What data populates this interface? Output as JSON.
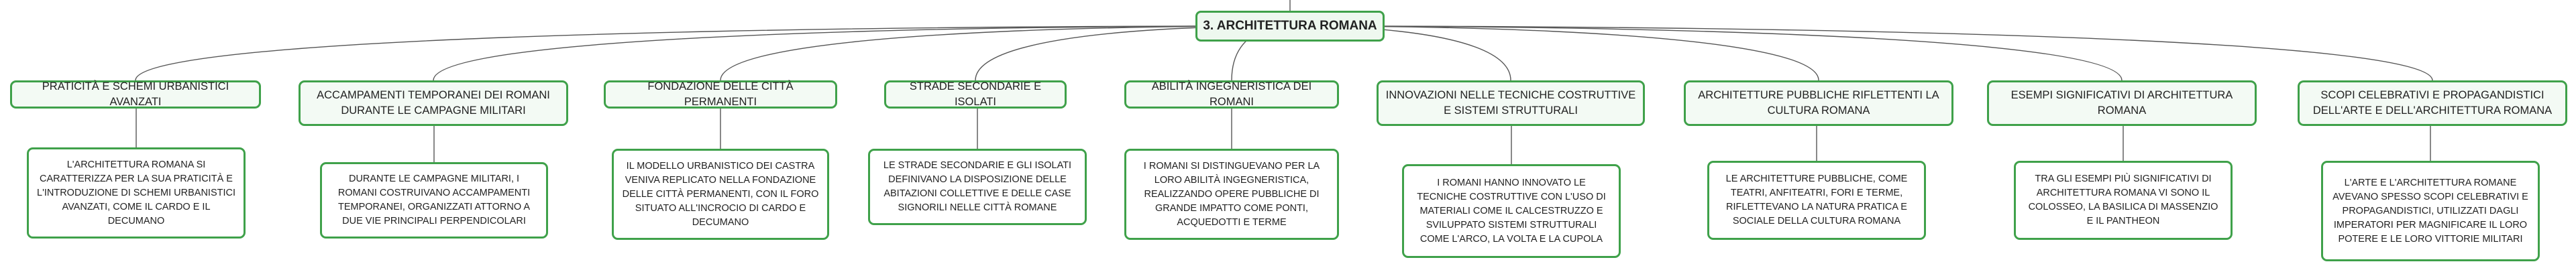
{
  "root": {
    "label": "3. ARCHITETTURA ROMANA"
  },
  "branches": [
    {
      "title": "PRATICITÀ E SCHEMI URBANISTICI AVANZATI",
      "detail": "L'ARCHITETTURA ROMANA SI CARATTERIZZA PER LA SUA PRATICITÀ E L'INTRODUZIONE DI SCHEMI URBANISTICI AVANZATI, COME IL CARDO E IL DECUMANO"
    },
    {
      "title": "ACCAMPAMENTI TEMPORANEI DEI ROMANI DURANTE LE CAMPAGNE MILITARI",
      "detail": "DURANTE LE CAMPAGNE MILITARI, I ROMANI COSTRUIVANO ACCAMPAMENTI TEMPORANEI, ORGANIZZATI ATTORNO A DUE VIE PRINCIPALI PERPENDICOLARI"
    },
    {
      "title": "FONDAZIONE DELLE CITTÀ PERMANENTI",
      "detail": "IL MODELLO URBANISTICO DEI CASTRA VENIVA REPLICATO NELLA FONDAZIONE DELLE CITTÀ PERMANENTI, CON IL FORO SITUATO ALL'INCROCIO DI CARDO E DECUMANO"
    },
    {
      "title": "STRADE SECONDARIE E ISOLATI",
      "detail": "LE STRADE SECONDARIE E GLI ISOLATI DEFINIVANO LA DISPOSIZIONE DELLE ABITAZIONI COLLETTIVE E DELLE CASE SIGNORILI NELLE CITTÀ ROMANE"
    },
    {
      "title": "ABILITÀ INGEGNERISTICA DEI ROMANI",
      "detail": "I ROMANI SI DISTINGUEVANO PER LA LORO ABILITÀ INGEGNERISTICA, REALIZZANDO OPERE PUBBLICHE DI GRANDE IMPATTO COME PONTI, ACQUEDOTTI E TERME"
    },
    {
      "title": "INNOVAZIONI NELLE TECNICHE COSTRUTTIVE E SISTEMI STRUTTURALI",
      "detail": "I ROMANI HANNO INNOVATO LE TECNICHE COSTRUTTIVE CON L'USO DI MATERIALI COME IL CALCESTRUZZO E SVILUPPATO SISTEMI STRUTTURALI COME L'ARCO, LA VOLTA E LA CUPOLA"
    },
    {
      "title": "ARCHITETTURE PUBBLICHE RIFLETTENTI LA CULTURA ROMANA",
      "detail": "LE ARCHITETTURE PUBBLICHE, COME TEATRI, ANFITEATRI, FORI E TERME, RIFLETTEVANO LA NATURA PRATICA E SOCIALE DELLA CULTURA ROMANA"
    },
    {
      "title": "ESEMPI SIGNIFICATIVI DI ARCHITETTURA ROMANA",
      "detail": "TRA GLI ESEMPI PIÙ SIGNIFICATIVI DI ARCHITETTURA ROMANA VI SONO IL COLOSSEO, LA BASILICA DI MASSENZIO E IL PANTHEON"
    },
    {
      "title": "SCOPI CELEBRATIVI E PROPAGANDISTICI DELL'ARTE E DELL'ARCHITETTURA ROMANA",
      "detail": "L'ARTE E L'ARCHITETTURA ROMANE AVEVANO SPESSO SCOPI CELEBRATIVI E PROPAGANDISTICI, UTILIZZATI DAGLI IMPERATORI PER MAGNIFICARE IL LORO POTERE E LE LORO VITTORIE MILITARI"
    }
  ]
}
